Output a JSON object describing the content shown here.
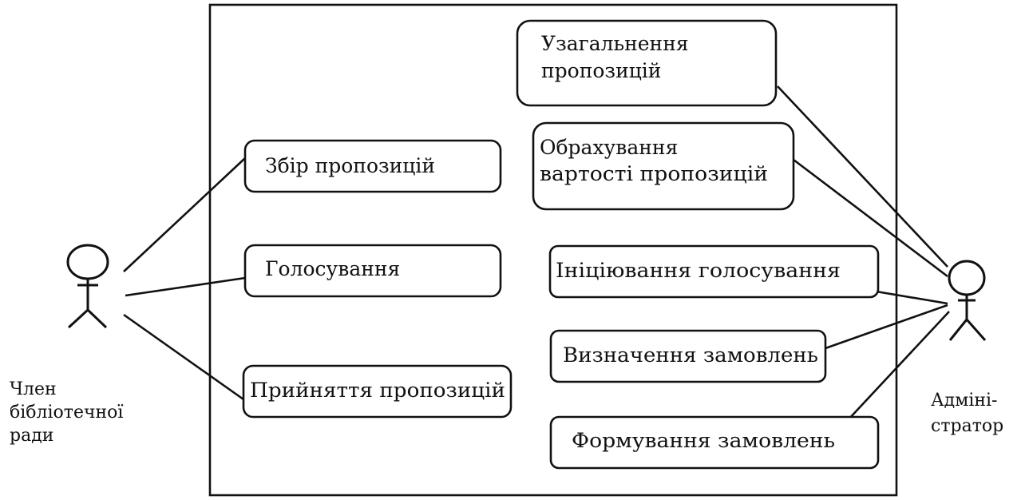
{
  "actors": {
    "member": {
      "lines": [
        "Член",
        "бібліотечної",
        "ради"
      ]
    },
    "admin": {
      "lines": [
        "Адміні-",
        "стратор"
      ]
    }
  },
  "use_cases": [
    {
      "id": "collect",
      "lines": [
        "Збір пропозицій"
      ]
    },
    {
      "id": "vote",
      "lines": [
        "Голосування"
      ]
    },
    {
      "id": "accept",
      "lines": [
        "Прийняття пропозицій"
      ]
    },
    {
      "id": "generalize",
      "lines": [
        "Узагальнення",
        "пропозицій"
      ]
    },
    {
      "id": "calculate",
      "lines": [
        "Обрахування",
        "вартості пропозицій"
      ]
    },
    {
      "id": "initiate",
      "lines": [
        "Ініціювання голосування"
      ]
    },
    {
      "id": "determine",
      "lines": [
        "Визначення замовлень"
      ]
    },
    {
      "id": "form",
      "lines": [
        "Формування замовлень"
      ]
    }
  ],
  "associations": [
    {
      "actor": "member",
      "use_case": "collect"
    },
    {
      "actor": "member",
      "use_case": "vote"
    },
    {
      "actor": "member",
      "use_case": "accept"
    },
    {
      "actor": "admin",
      "use_case": "generalize"
    },
    {
      "actor": "admin",
      "use_case": "calculate"
    },
    {
      "actor": "admin",
      "use_case": "initiate"
    },
    {
      "actor": "admin",
      "use_case": "determine"
    },
    {
      "actor": "admin",
      "use_case": "form"
    }
  ]
}
